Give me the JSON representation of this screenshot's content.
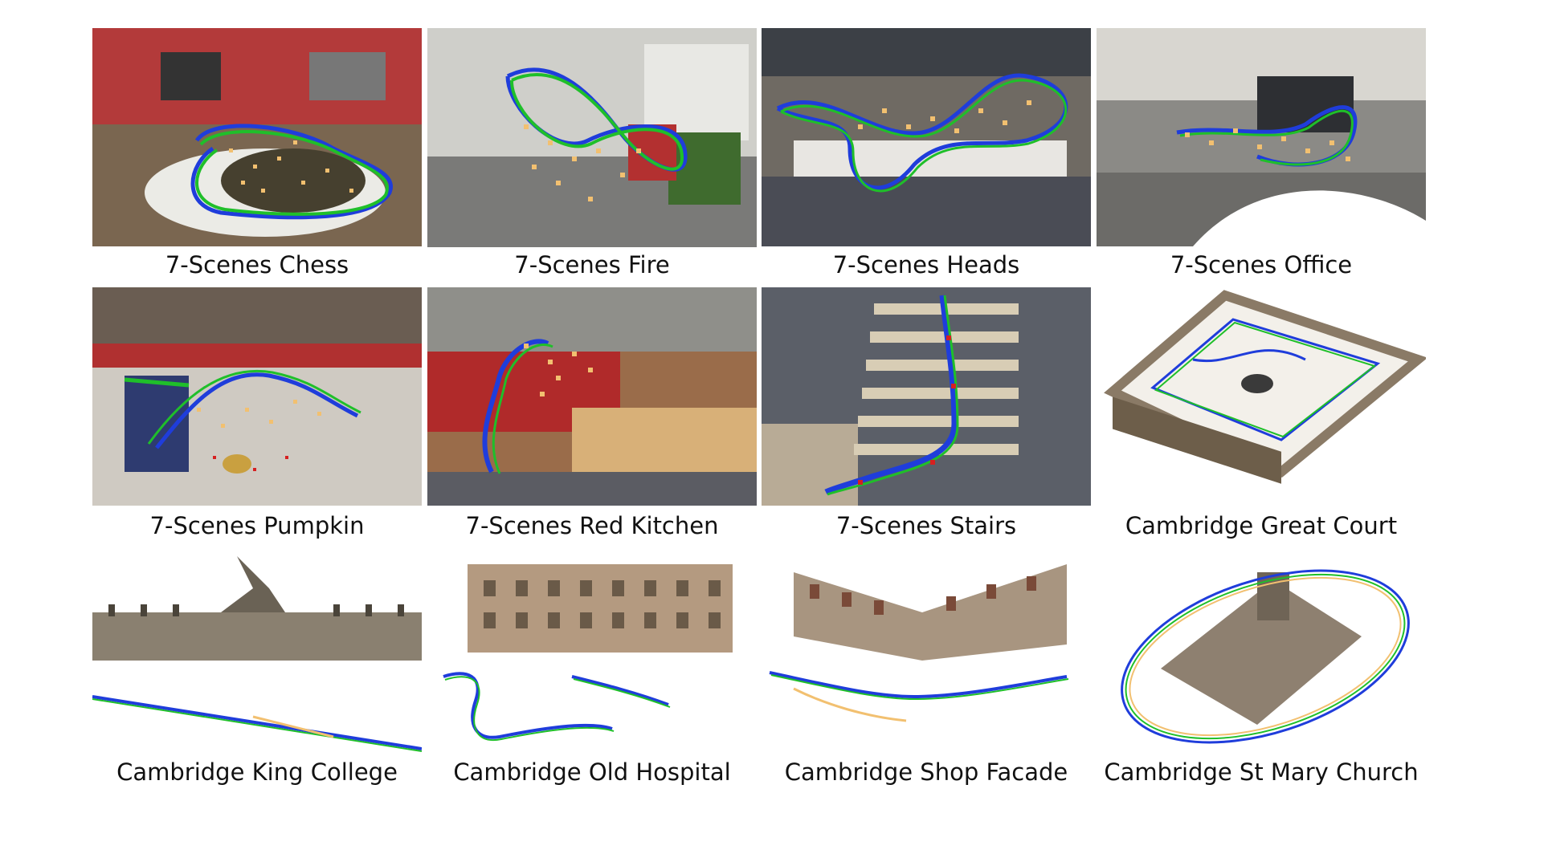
{
  "figure": {
    "panels": [
      {
        "caption": "7-Scenes Chess",
        "kind": "indoor",
        "bg": "#b33a3a"
      },
      {
        "caption": "7-Scenes Fire",
        "kind": "indoor",
        "bg": "#b8b8b2"
      },
      {
        "caption": "7-Scenes Heads",
        "kind": "indoor",
        "bg": "#6f6a63"
      },
      {
        "caption": "7-Scenes Office",
        "kind": "indoor",
        "bg": "#8b8a86"
      },
      {
        "caption": "7-Scenes Pumpkin",
        "kind": "indoor",
        "bg": "#b03030"
      },
      {
        "caption": "7-Scenes Red Kitchen",
        "kind": "indoor",
        "bg": "#9a6c4a"
      },
      {
        "caption": "7-Scenes Stairs",
        "kind": "indoor",
        "bg": "#5b5f68"
      },
      {
        "caption": "Cambridge Great Court",
        "kind": "outdoor",
        "bg": "#f3f0ea"
      },
      {
        "caption": "Cambridge King College",
        "kind": "outdoor",
        "bg": "#ffffff"
      },
      {
        "caption": "Cambridge Old Hospital",
        "kind": "outdoor",
        "bg": "#ffffff"
      },
      {
        "caption": "Cambridge Shop Facade",
        "kind": "outdoor",
        "bg": "#ffffff"
      },
      {
        "caption": "Cambridge St Mary Church",
        "kind": "outdoor",
        "bg": "#ffffff"
      }
    ],
    "trajectory_colors": {
      "ground_truth": "#1f3ddb",
      "predicted": "#1fbf2a",
      "alt": "#d62020",
      "samples": "#f2c070"
    }
  }
}
